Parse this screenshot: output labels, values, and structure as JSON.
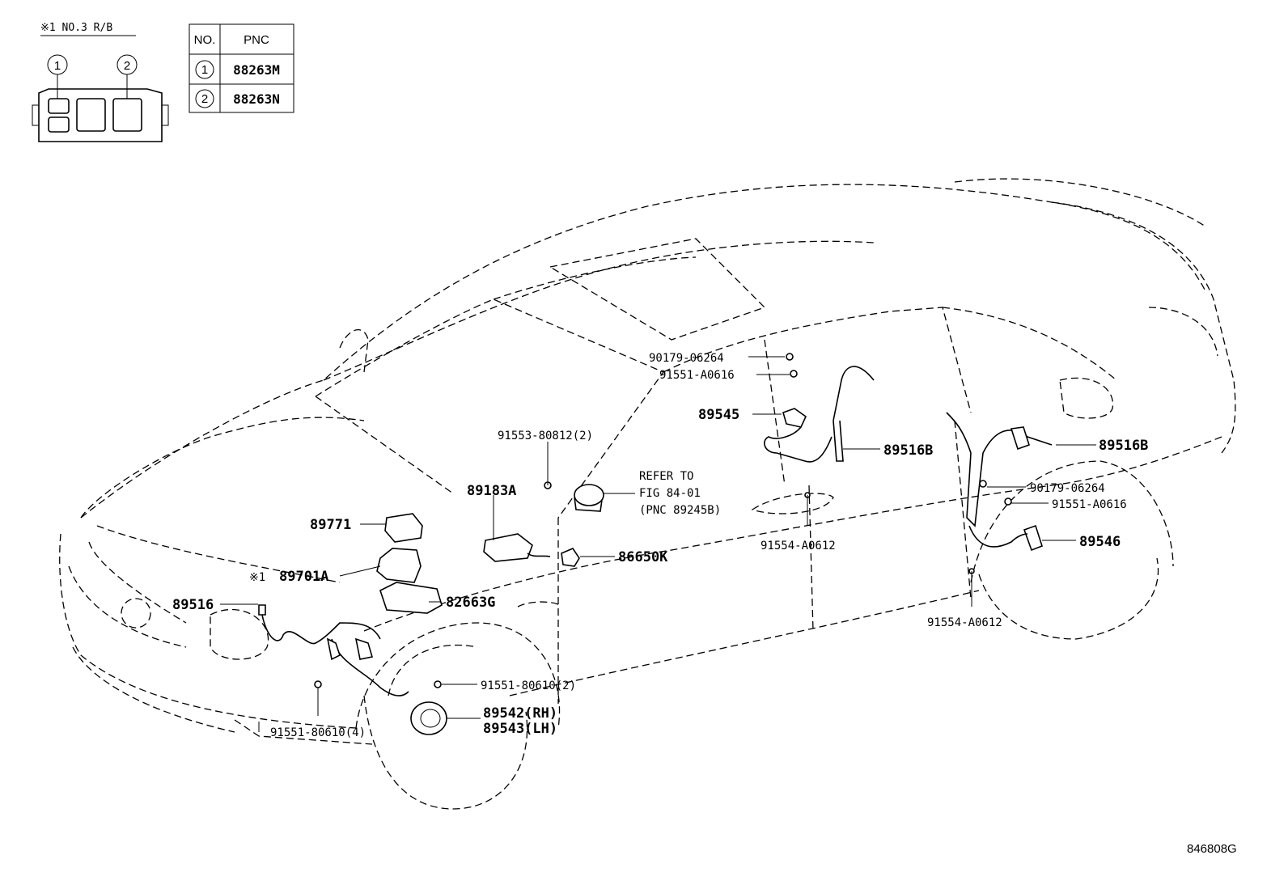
{
  "relay_block": {
    "title": "※1  NO.3 R/B",
    "marker_1": "1",
    "marker_2": "2"
  },
  "pnc_table": {
    "header_no": "NO.",
    "header_pnc": "PNC",
    "rows": [
      {
        "no": "1",
        "pnc": "88263M"
      },
      {
        "no": "2",
        "pnc": "88263N"
      }
    ]
  },
  "callouts": {
    "p90179_upper": "90179-06264",
    "p91551_a0616_upper": "91551-A0616",
    "p89545": "89545",
    "p89516b_left": "89516B",
    "p91553": "91553-80812(2)",
    "refer_line1": "REFER TO",
    "refer_line2": "FIG 84-01",
    "refer_line3": "(PNC 89245B)",
    "p89183a": "89183A",
    "p89771": "89771",
    "p91554_left": "91554-A0612",
    "p86650k": "86650K",
    "p89701a_mark": "※1",
    "p89701a": "89701A",
    "p82663g": "82663G",
    "p89516": "89516",
    "p91551_80610_2": "91551-80610(2)",
    "p89542": "89542(RH)",
    "p89543": "89543(LH)",
    "p91551_80610_4": "91551-80610(4)",
    "p89516b_right": "89516B",
    "p90179_lower": "90179-06264",
    "p91551_a0616_lower": "91551-A0616",
    "p89546": "89546",
    "p91554_right": "91554-A0612"
  },
  "figure_id": "846808G"
}
